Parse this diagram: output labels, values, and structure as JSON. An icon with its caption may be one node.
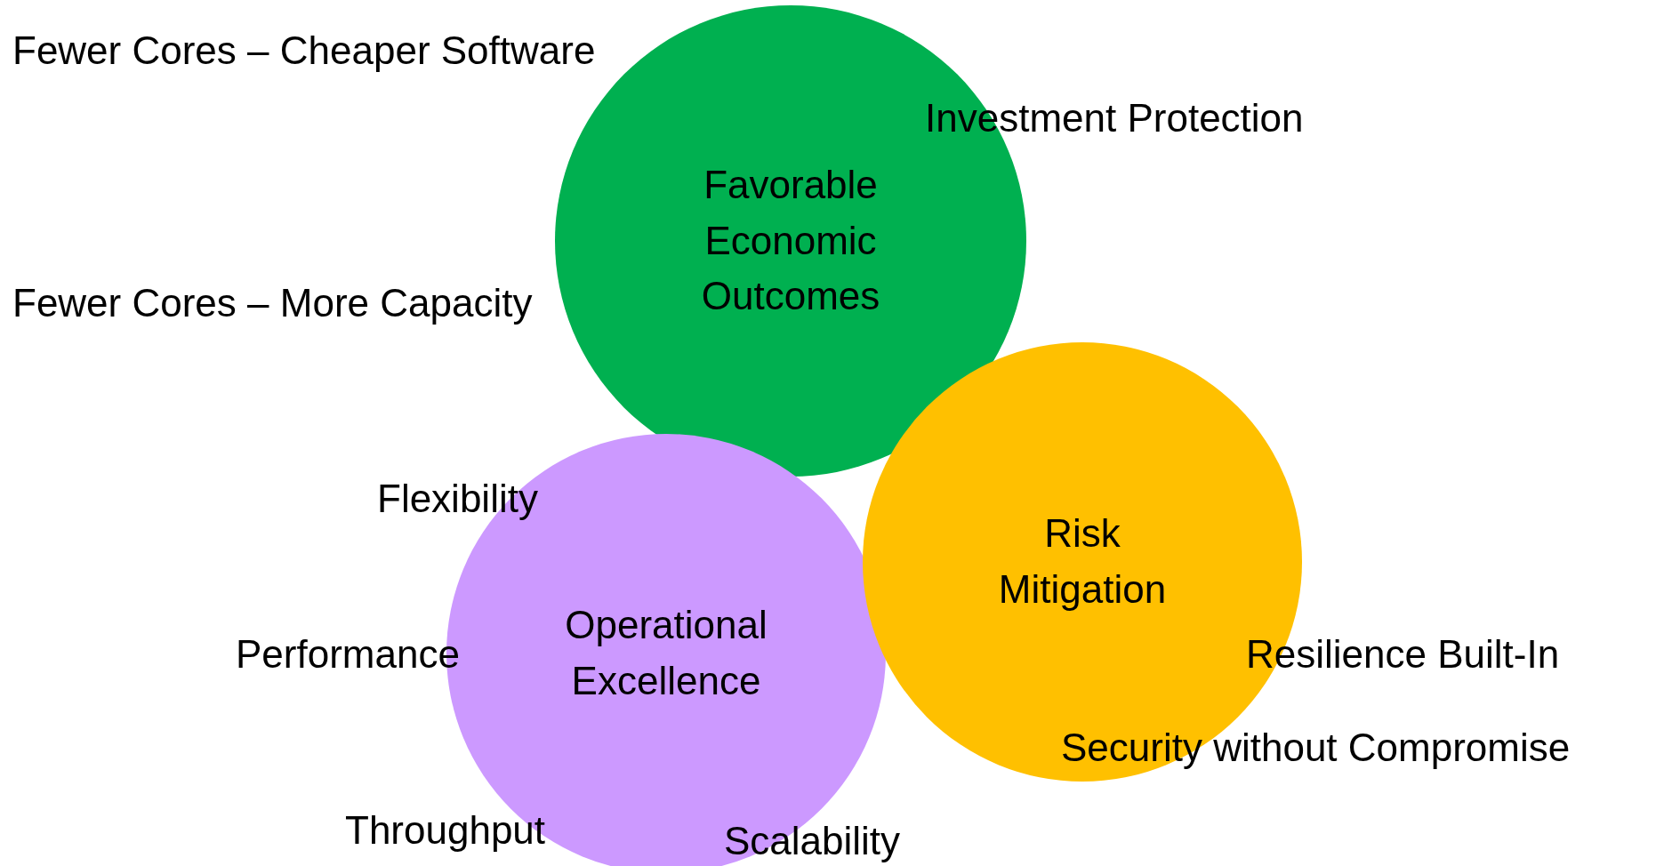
{
  "diagram": {
    "nodes": [
      {
        "text": [
          "Favorable Economic Outcomes"
        ]
      },
      {
        "text": [
          "Operational Excellence"
        ]
      },
      {
        "text": [
          "Risk Mitigation"
        ]
      }
    ],
    "labels": [
      "Fewer Cores – Cheaper Software",
      "Investment Protection",
      "Fewer Cores – More Capacity",
      "Flexibility",
      "Performance",
      "Resilience Built-In",
      "Security without Compromise",
      "Throughput",
      "Scalability"
    ]
  }
}
